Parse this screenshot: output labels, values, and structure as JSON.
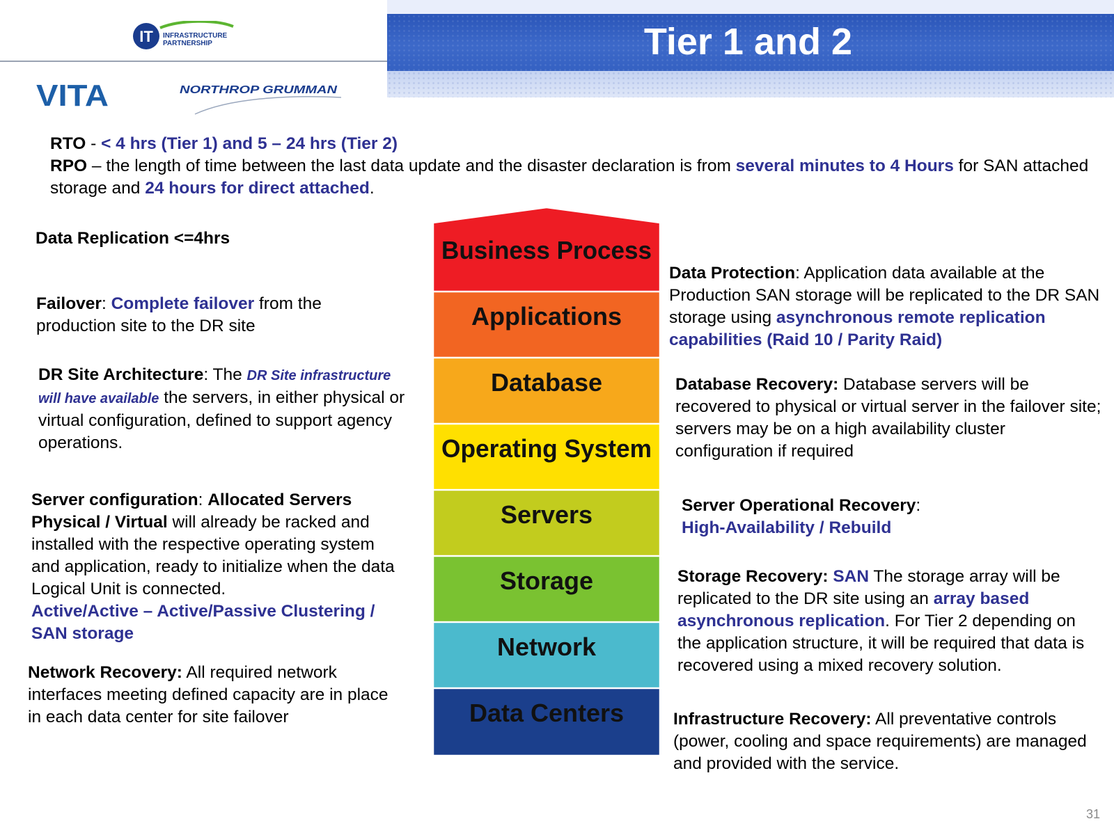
{
  "header": {
    "title": "Tier 1 and 2",
    "logos": {
      "it_partnership": {
        "mark": "IT",
        "line1": "INFRASTRUCTURE",
        "line2": "PARTNERSHIP"
      },
      "vita": "VITA",
      "northrop": "NORTHROP GRUMMAN"
    }
  },
  "rto": {
    "label": "RTO",
    "sep": " - ",
    "value": "< 4 hrs (Tier 1) and 5 – 24 hrs (Tier 2)"
  },
  "rpo": {
    "label": "RPO",
    "text1": " – the length of time between the last data update and the disaster declaration is from ",
    "hl1": "several minutes to 4 Hours",
    "text2": " for SAN attached storage and ",
    "hl2": "24 hours for direct attached",
    "text3": "."
  },
  "left": {
    "data_replication": "Data Replication <=4hrs",
    "failover": {
      "label": "Failover",
      "sep": ": ",
      "hl": "Complete failover",
      "text": " from the production site to the DR site"
    },
    "dr_site": {
      "label": "DR Site Architecture",
      "sep": ": The ",
      "hl": "DR Site infrastructure will have available",
      "text": " the servers, in either physical or virtual configuration, defined to support agency operations."
    },
    "server_config": {
      "label": "Server configuration",
      "sep": ": ",
      "bold": "Allocated Servers Physical / Virtual",
      "text": " will already be racked and installed with the respective operating system and application, ready to initialize when the data Logical Unit is connected.",
      "hl": "Active/Active – Active/Passive Clustering / SAN storage"
    },
    "network_recovery": {
      "label": "Network Recovery:",
      "text": "  All required network interfaces meeting defined capacity are in place in each data center for site failover"
    }
  },
  "right": {
    "data_protection": {
      "label": "Data Protection",
      "text": ": Application data available at the Production SAN storage will be replicated to the DR SAN storage using ",
      "hl": "asynchronous remote replication capabilities (Raid 10 / Parity Raid)"
    },
    "database_recovery": {
      "label": "Database Recovery:",
      "text": "  Database servers will be recovered to physical or virtual server in the failover site; servers may be on a high availability cluster configuration if required"
    },
    "server_op_recovery": {
      "label": "Server Operational Recovery",
      "sep": ":",
      "hl": "High-Availability / Rebuild"
    },
    "storage_recovery": {
      "label": "Storage Recovery: ",
      "hl1": "SAN",
      "text1": " The storage array will be replicated to the DR site using an ",
      "hl2": "array based asynchronous replication",
      "text2": ".  For Tier 2 depending on the application structure, it will be required that data is recovered using a mixed recovery solution."
    },
    "infra_recovery": {
      "label": "Infrastructure Recovery:",
      "text": "  All preventative controls (power, cooling and space requirements) are managed and provided with the service."
    }
  },
  "stack": {
    "layers": [
      {
        "label": "Business Process",
        "color": "#ee1c24",
        "text_color": "#111111"
      },
      {
        "label": "Applications",
        "color": "#f26522",
        "text_color": "#111111"
      },
      {
        "label": "Database",
        "color": "#f7a81b",
        "text_color": "#111111"
      },
      {
        "label": "Operating System",
        "color": "#ffe000",
        "text_color": "#111111"
      },
      {
        "label": "Servers",
        "color": "#c2cc1e",
        "text_color": "#111111"
      },
      {
        "label": "Storage",
        "color": "#7ac231",
        "text_color": "#111111"
      },
      {
        "label": "Network",
        "color": "#4bbacd",
        "text_color": "#111111"
      },
      {
        "label": "Data Centers",
        "color": "#1b3f8c",
        "text_color": "#ffffff"
      }
    ]
  },
  "colors": {
    "highlight": "#2e3192",
    "banner": "#3561c2"
  },
  "page_number": "31"
}
